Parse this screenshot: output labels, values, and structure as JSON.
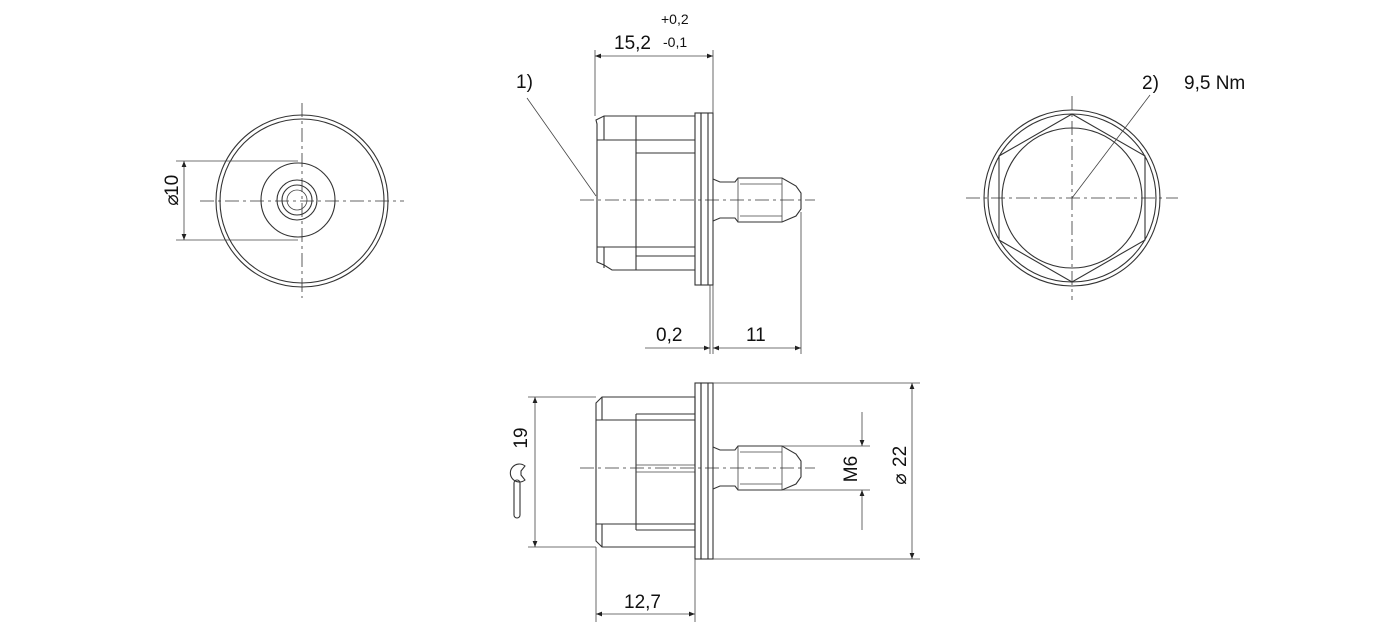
{
  "dimensions": {
    "length_nominal": "15,2",
    "tol_upper": "+0,2",
    "tol_lower": "-0,1",
    "dia_small": "10",
    "gap": "0,2",
    "pin_length": "11",
    "wrench_size": "19",
    "body_length": "12,7",
    "thread": "M6",
    "dia_flange": "22"
  },
  "notes": {
    "note1": "1)",
    "note2_marker": "2)",
    "note2_torque": "9,5 Nm"
  },
  "symbols": {
    "diameter": "diameter-symbol",
    "wrench": "wrench-icon"
  }
}
